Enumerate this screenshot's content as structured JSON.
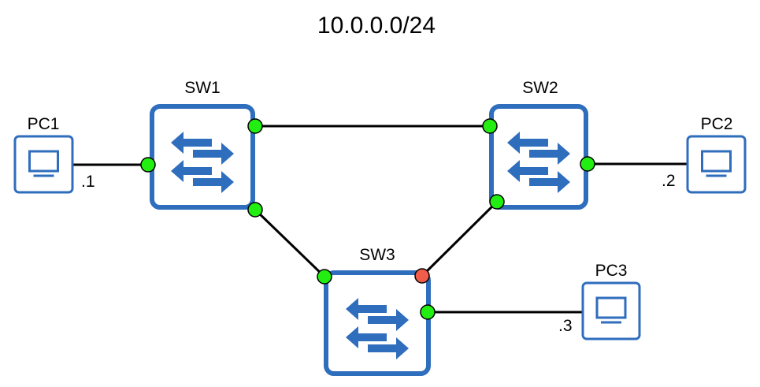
{
  "title": "10.0.0.0/24",
  "colors": {
    "device_outline": "#2f6dbd",
    "device_fill": "#ffffff",
    "link": "#000000",
    "port_up": "#22ee11",
    "port_blocked": "#f25c4a"
  },
  "switch_icon": "switch-arrows-icon",
  "pc_icon": "monitor-icon",
  "switches": [
    {
      "id": "sw1",
      "label": "SW1"
    },
    {
      "id": "sw2",
      "label": "SW2"
    },
    {
      "id": "sw3",
      "label": "SW3"
    }
  ],
  "pcs": [
    {
      "id": "pc1",
      "label": "PC1",
      "ip": ".1"
    },
    {
      "id": "pc2",
      "label": "PC2",
      "ip": ".2"
    },
    {
      "id": "pc3",
      "label": "PC3",
      "ip": ".3"
    }
  ],
  "links": [
    {
      "id": "pc1-sw1",
      "from": "PC1",
      "to": "SW1",
      "port_state": "up"
    },
    {
      "id": "sw1-sw2",
      "from": "SW1",
      "to": "SW2",
      "port_state": "up"
    },
    {
      "id": "sw2-pc2",
      "from": "SW2",
      "to": "PC2",
      "port_state": "up"
    },
    {
      "id": "sw1-sw3",
      "from": "SW1",
      "to": "SW3",
      "port_state": "up"
    },
    {
      "id": "sw2-sw3",
      "from": "SW2",
      "to": "SW3",
      "port_state": "blocked"
    },
    {
      "id": "sw3-pc3",
      "from": "SW3",
      "to": "PC3",
      "port_state": "up"
    }
  ]
}
